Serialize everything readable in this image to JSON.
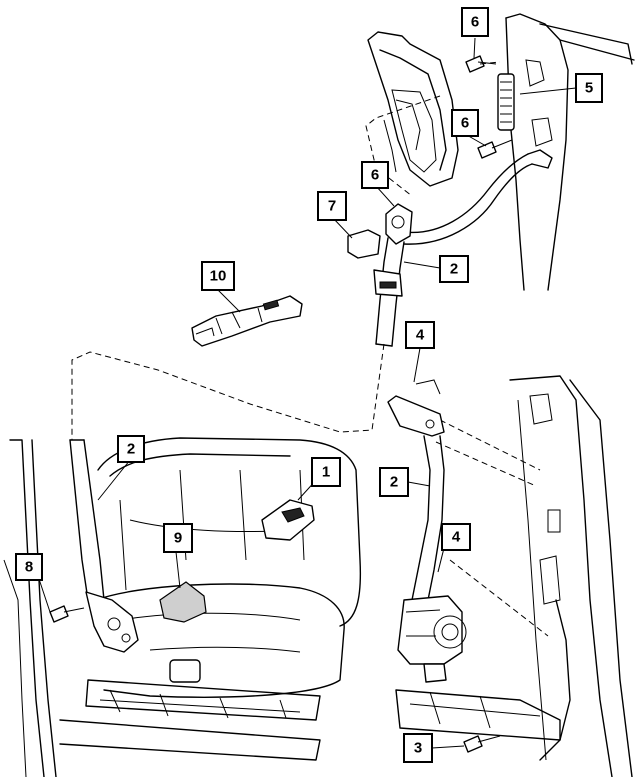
{
  "callouts": [
    {
      "id": "c1",
      "label": "1"
    },
    {
      "id": "c2a",
      "label": "2"
    },
    {
      "id": "c2b",
      "label": "2"
    },
    {
      "id": "c2c",
      "label": "2"
    },
    {
      "id": "c3",
      "label": "3"
    },
    {
      "id": "c4a",
      "label": "4"
    },
    {
      "id": "c4b",
      "label": "4"
    },
    {
      "id": "c5",
      "label": "5"
    },
    {
      "id": "c6a",
      "label": "6"
    },
    {
      "id": "c6b",
      "label": "6"
    },
    {
      "id": "c6c",
      "label": "6"
    },
    {
      "id": "c7",
      "label": "7"
    },
    {
      "id": "c8",
      "label": "8"
    },
    {
      "id": "c9",
      "label": "9"
    },
    {
      "id": "c10",
      "label": "10"
    }
  ]
}
